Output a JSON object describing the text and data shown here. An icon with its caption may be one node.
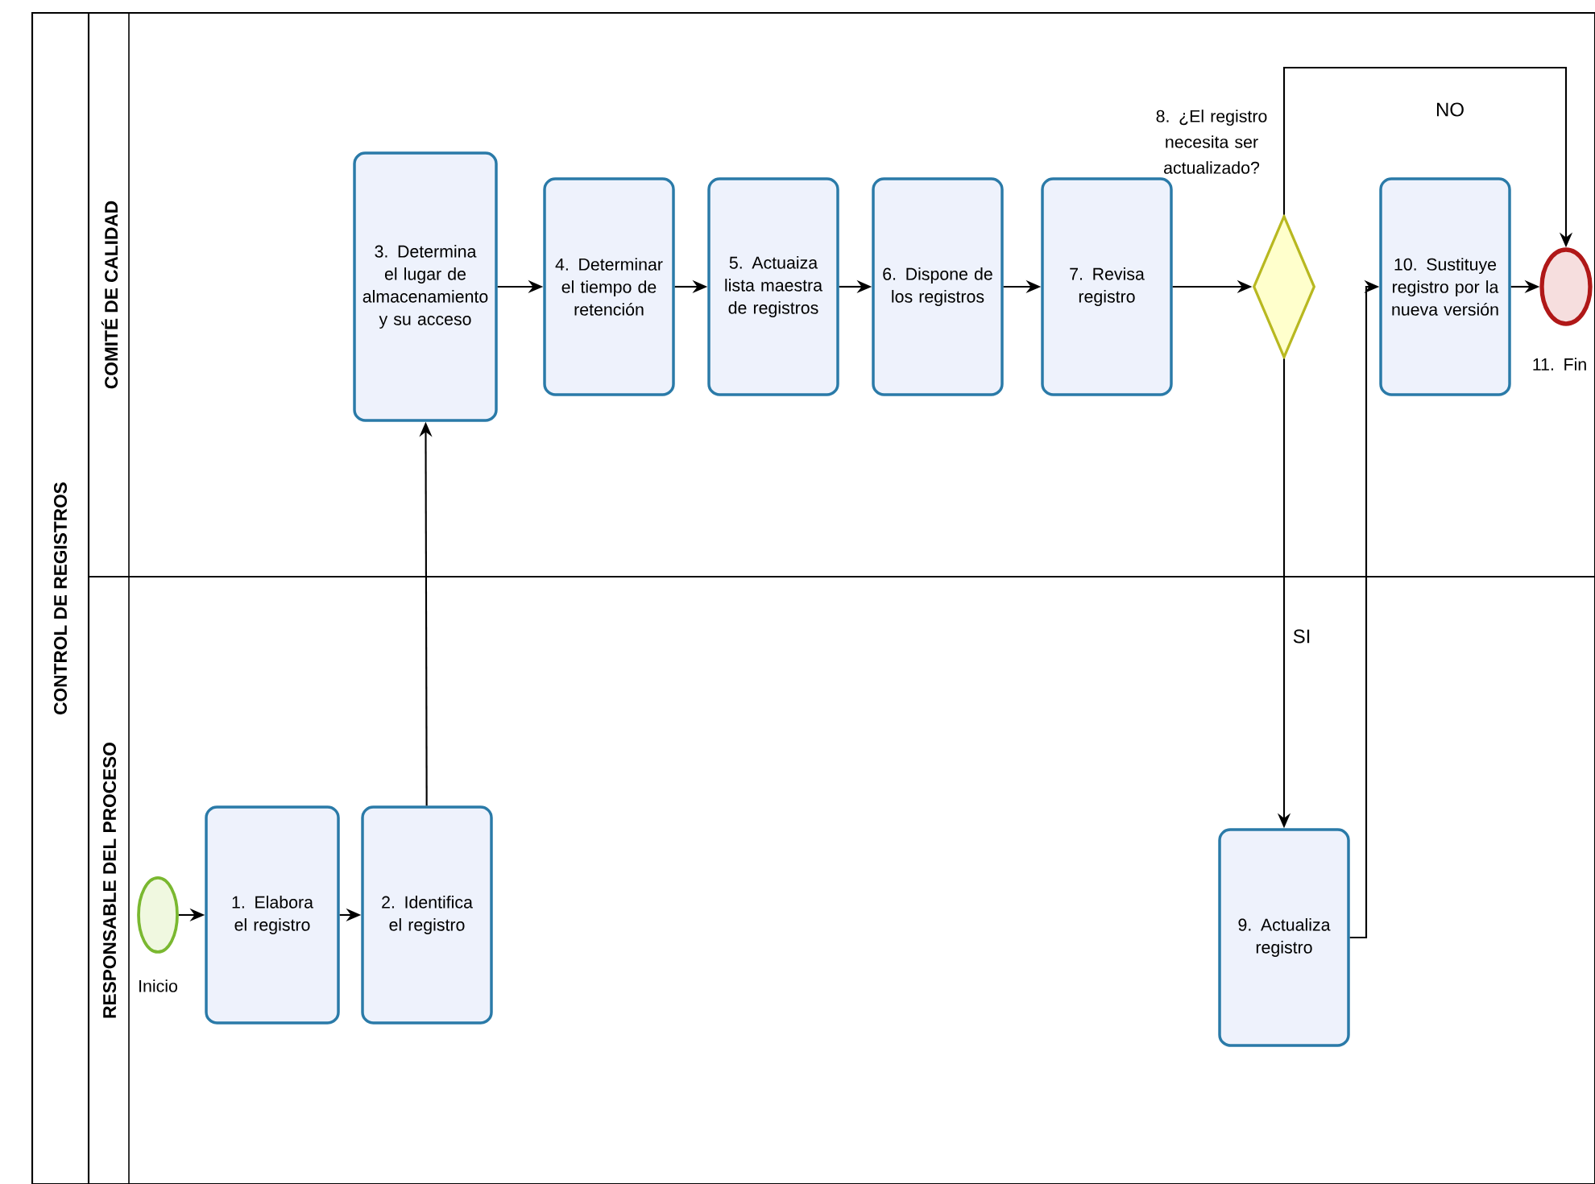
{
  "diagram": {
    "nodes": [
      {
        "text": [
          "CONTROL DE REGISTROS"
        ]
      },
      {
        "text": [
          "COMITÉ DE CALIDAD"
        ],
        "in": 0
      },
      {
        "text": [
          "RESPONSABLE DEL PROCESO"
        ],
        "in": 0
      },
      {
        "text": [
          "3. Determina el lugar de almacenamiento y su acceso"
        ],
        "in": 1
      },
      {
        "text": [
          "4. Determinar el tiempo de retención"
        ],
        "in": 1
      },
      {
        "text": [
          "5. Actuaiza lista maestra de registros"
        ],
        "in": 1
      },
      {
        "text": [
          "6. Dispone de los registros"
        ],
        "in": 1
      },
      {
        "text": [
          "7. Revisa registro"
        ],
        "in": 1
      },
      {
        "text": [],
        "shape": "diamond",
        "in": 1
      },
      {
        "text": [
          "10. Sustituye registro por la nueva versión"
        ],
        "in": 1
      },
      {
        "text": [],
        "shape": "circle",
        "beside": [
          "11. Fin"
        ],
        "in": 1
      },
      {
        "text": [],
        "shape": "circle",
        "beside": [
          "Inicio"
        ],
        "in": 2
      },
      {
        "text": [
          "1. Elabora el registro"
        ],
        "in": 2
      },
      {
        "text": [
          "2. Identifica el registro"
        ],
        "in": 2
      },
      {
        "text": [
          "9. Actualiza registro"
        ],
        "in": 2
      }
    ],
    "labels": [
      "8. ¿El registro necesita ser actualizado?"
    ],
    "edges": [
      {
        "from": 11,
        "to": 12,
        "arrow": "to"
      },
      {
        "from": 12,
        "to": 13,
        "arrow": "to"
      },
      {
        "from": 13,
        "to": 3,
        "arrow": "to"
      },
      {
        "from": 3,
        "to": 4,
        "arrow": "to"
      },
      {
        "from": 4,
        "to": 5,
        "arrow": "to"
      },
      {
        "from": 5,
        "to": 6,
        "arrow": "to"
      },
      {
        "from": 6,
        "to": 7,
        "arrow": "to"
      },
      {
        "from": 7,
        "to": 8,
        "arrow": "to"
      },
      {
        "from": 8,
        "to": 10,
        "arrow": "to",
        "label": "NO"
      },
      {
        "from": 8,
        "to": 14,
        "arrow": "to",
        "label": "SI"
      },
      {
        "from": 14,
        "to": 9,
        "arrow": "to"
      },
      {
        "from": 9,
        "to": 10,
        "arrow": "to"
      }
    ]
  }
}
